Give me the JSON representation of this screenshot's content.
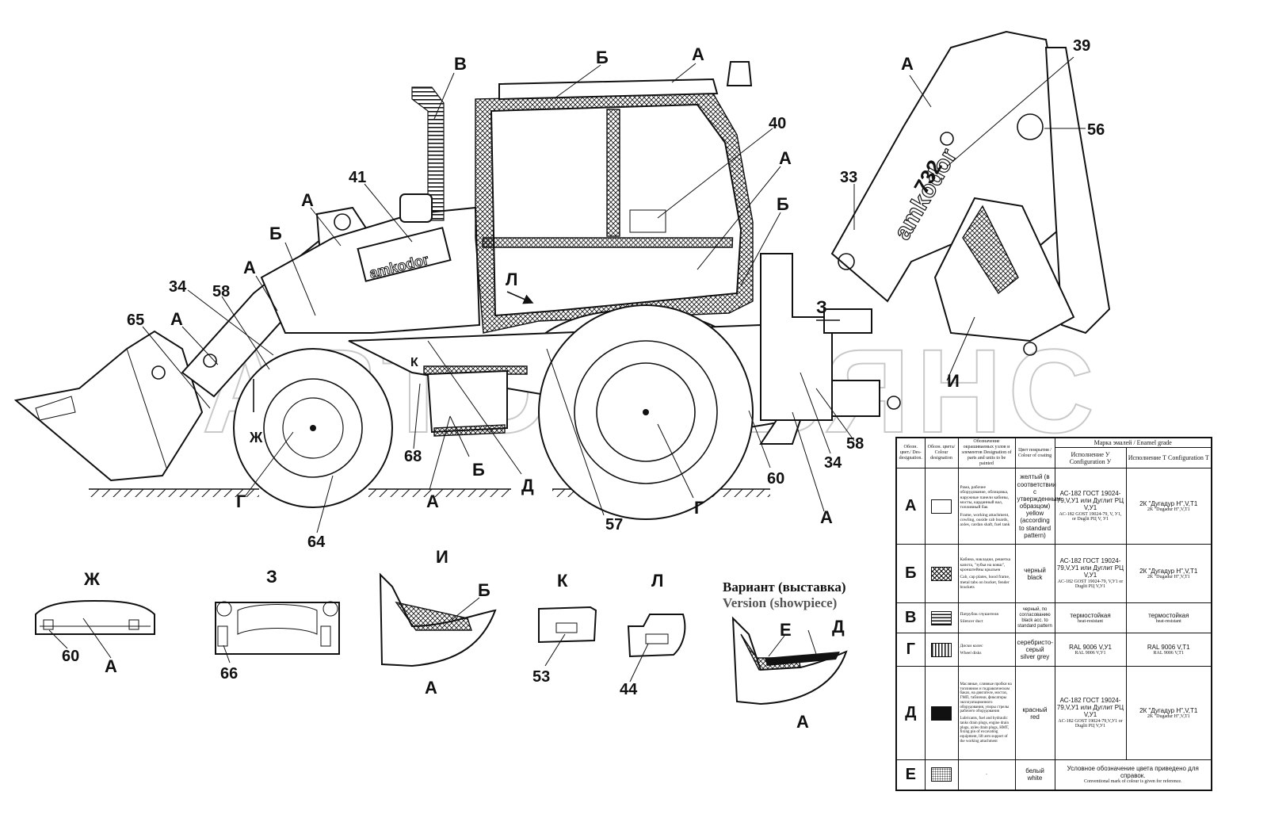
{
  "watermark": "АВТОАЛЬЯНС",
  "callouts": {
    "c39": "39",
    "c40": "40",
    "c41": "41",
    "c56": "56",
    "c33": "33",
    "c34a": "34",
    "c34b": "34",
    "c58a": "58",
    "c58b": "58",
    "c65": "65",
    "c68": "68",
    "c64": "64",
    "c57": "57",
    "c60a": "60",
    "c60b": "60",
    "c66": "66",
    "c53": "53",
    "c44": "44"
  },
  "letters": {
    "A": "А",
    "B": "Б",
    "V": "В",
    "G": "Г",
    "D": "Д",
    "E": "Е",
    "Zh": "Ж",
    "Z": "З",
    "I": "И",
    "K": "К",
    "L": "Л"
  },
  "views": {
    "zh": "Ж",
    "z": "З",
    "i": "И",
    "k": "К",
    "l": "Л"
  },
  "variant": {
    "title_ru": "Вариант (выставка)",
    "title_en": "Version (showpiece)"
  },
  "brand_text": "amkodor",
  "model_text": "732",
  "legend": {
    "headers": {
      "designation": "Обозн. цвет./ Des- designation.",
      "colour_designation": "Обозн. цвета/ Colour designation",
      "parts": "Обозначение окрашиваемых узлов и элементов Designation of parts and units to be painted",
      "colour_of_coating": "Цвет покрытия / Colour of coating",
      "enamel_grade": "Марка эмалей / Enamel grade",
      "conf_u": "Исполнение У Configuration У",
      "conf_t": "Исполнение Т Configuration Т"
    },
    "rows": [
      {
        "letter": "А",
        "swatch": "white",
        "parts_ru": "Рама, рабочее оборудование, облицовка, наружные панели кабины, мосты, карданный вал, топливный бак",
        "parts_en": "Frame, working attachment, cowling, ouside cab boards, axles, cardan shaft, fuel tank",
        "colour_ru": "желтый (в соответствии с утвержденным образцом)",
        "colour_en": "yellow (according to standard pattern)",
        "enamel_u_ru": "АС-182 ГОСТ 19024-79,V,У1 или Дуглит РЦ V,У1",
        "enamel_u_en": "AC-182 GOST 19024-79, V, У1, or Duglit РЦ V, У1",
        "enamel_t_ru": "2К \"Дугадур Н\",V,Т1",
        "enamel_t_en": "2K \"Dugadur H\",V,T1"
      },
      {
        "letter": "Б",
        "swatch": "hatch",
        "parts_ru": "Кабина, накладки, решетка капота, \"зубья на ковш\", кронштейны крыльев",
        "parts_en": "Cab, cap plates, hood frame, metal tabs on bucket, fender brackets",
        "colour_ru": "черный",
        "colour_en": "black",
        "enamel_u_ru": "АС-182 ГОСТ 19024-79,V,У1 или Дуглит РЦ V,У1",
        "enamel_u_en": "AC-182 GOST 19024-79, V,У1 or Duglit РЦ V,У1",
        "enamel_t_ru": "2К \"Дугадур Н\",V,Т1",
        "enamel_t_en": "2K \"Dugadur H\",V,T1"
      },
      {
        "letter": "В",
        "swatch": "hbars",
        "parts_ru": "Патрубок глушителя",
        "parts_en": "Silencer duct",
        "colour_ru": "черный, по согласованию",
        "colour_en": "black acc. to standard pattern",
        "enamel_u_ru": "термостойкая",
        "enamel_u_en": "heat-resistant",
        "enamel_t_ru": "термостойкая",
        "enamel_t_en": "heat-resistant"
      },
      {
        "letter": "Г",
        "swatch": "vbars",
        "parts_ru": "Диски колес",
        "parts_en": "Wheel disks",
        "colour_ru": "серебристо-серый",
        "colour_en": "silver grey",
        "enamel_u_ru": "RAL 9006 V,У1",
        "enamel_u_en": "RAL 9006 V,У1",
        "enamel_t_ru": "RAL 9006 V,Т1",
        "enamel_t_en": "RAL 9006 V,T1"
      },
      {
        "letter": "Д",
        "swatch": "black",
        "parts_ru": "Масляные, сливные пробки на топливном и гидравлическом баках, на двигателе, мостах, ГМП, таблички, фиксаторы эксплуатационного оборудования, упоры стрелы рабочего оборудования",
        "parts_en": "Lubricants, fuel and hydraulic tanks drain plugs, engine drain plugs, axles drain plugs, HMT, fixing pin of excavating equipment, lift arm support of the working attachment",
        "colour_ru": "красный",
        "colour_en": "red",
        "enamel_u_ru": "АС-182 ГОСТ 19024-79,V,У1 или Дуглит РЦ V,У1",
        "enamel_u_en": "AC-182 GOST 19024-79,V,У1 or Duglit РЦ V,У1",
        "enamel_t_ru": "2К \"Дугадур Н\",V,Т1",
        "enamel_t_en": "2K \"Dugadur H\",V,T1"
      },
      {
        "letter": "Е",
        "swatch": "dotted",
        "parts_ru": "-",
        "colour_ru": "белый",
        "colour_en": "white",
        "note_ru": "Условное обозначение цвета приведено для справок.",
        "note_en": "Conventional mark of colour is given for reference."
      }
    ]
  }
}
